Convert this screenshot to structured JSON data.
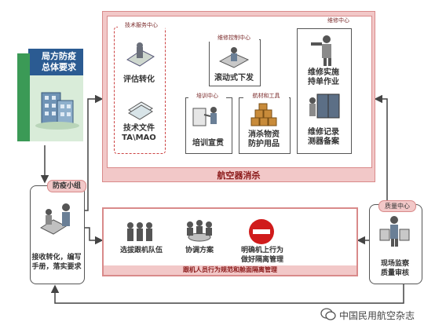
{
  "hq": {
    "title": "局方防疫总体要求"
  },
  "top_panel": {
    "title": "航空器消杀",
    "tech_center": {
      "label": "技术服务中心",
      "item1": "评估转化",
      "item2_line1": "技术文件",
      "item2_line2": "TA\\MAO"
    },
    "control_center": {
      "label": "维修控制中心",
      "item": "滚动式下发"
    },
    "training_center": {
      "label": "培训中心",
      "item": "培训宣贯"
    },
    "materials": {
      "label": "航材和工具",
      "item_line1": "消杀物资",
      "item_line2": "防护用品"
    },
    "maint_center": {
      "label": "维修中心",
      "item1_line1": "维修实施",
      "item1_line2": "持单作业",
      "item2_line1": "维修记录",
      "item2_line2": "测器备案"
    }
  },
  "left_panel": {
    "title": "防疫小组",
    "text_line1": "接收转化，编写",
    "text_line2": "手册，落实要求"
  },
  "bottom_panel": {
    "item1": "选拔跟机队伍",
    "item2": "协调方案",
    "item3_line1": "明确机上行为",
    "item3_line2": "做好隔离管理",
    "caption": "跟机人员行为规范和舱面隔离管理"
  },
  "right_panel": {
    "title": "质量中心",
    "text_line1": "现场监察",
    "text_line2": "质量审核"
  },
  "watermark": {
    "text": "中国民用航空杂志"
  },
  "colors": {
    "pink_band": "#f2c8c8",
    "pink_frame": "#d98a8a",
    "blue_tag": "#2b5b92",
    "red_text": "#8b1a1a"
  }
}
